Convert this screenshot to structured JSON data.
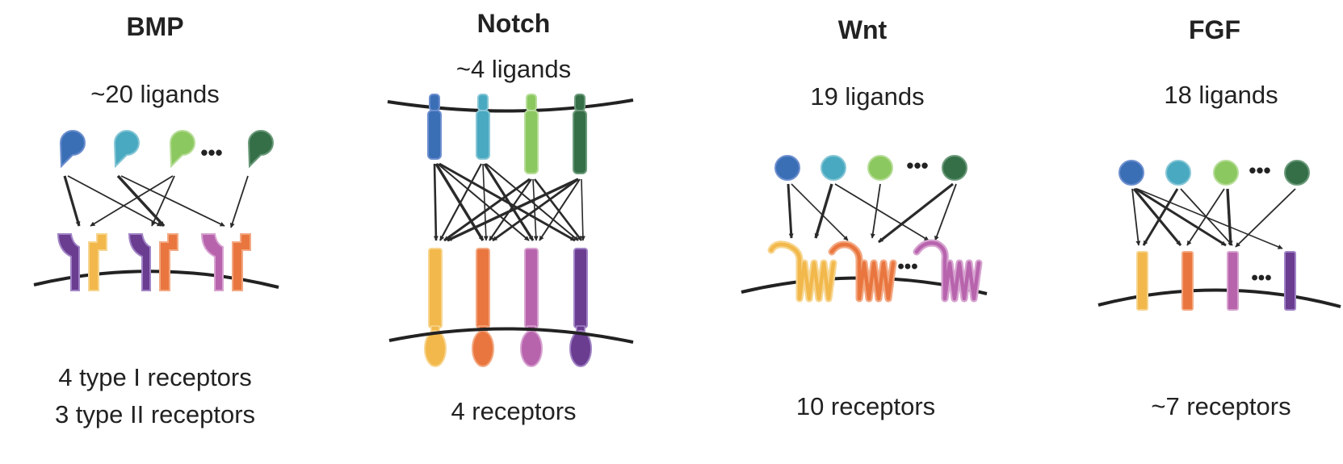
{
  "panels": [
    {
      "title": "BMP",
      "ligand_count": "~20 ligands",
      "ellipsis": "•••",
      "receptor_lines": [
        "4 type I receptors",
        "3 type II receptors"
      ]
    },
    {
      "title": "Notch",
      "ligand_count": "~4 ligands",
      "receptor_lines": [
        "4 receptors"
      ]
    },
    {
      "title": "Wnt",
      "ligand_count": "19 ligands",
      "ellipsis": "•••",
      "receptor_ellipsis": "•••",
      "receptor_lines": [
        "10 receptors"
      ]
    },
    {
      "title": "FGF",
      "ligand_count": "18 ligands",
      "ellipsis": "•••",
      "receptor_ellipsis": "•••",
      "receptor_lines": [
        "~7 receptors"
      ]
    }
  ],
  "colors": {
    "ligand_blue": "#3a6fb5",
    "ligand_cyan": "#49a9c0",
    "ligand_green": "#8cc860",
    "ligand_dark_green": "#356f48",
    "receptor_yellow": "#f2b84b",
    "receptor_orange": "#e9763f",
    "receptor_pink": "#b764ad",
    "receptor_purple": "#6a3d91",
    "membrane": "#222222",
    "arrow": "#2a2a2a"
  }
}
